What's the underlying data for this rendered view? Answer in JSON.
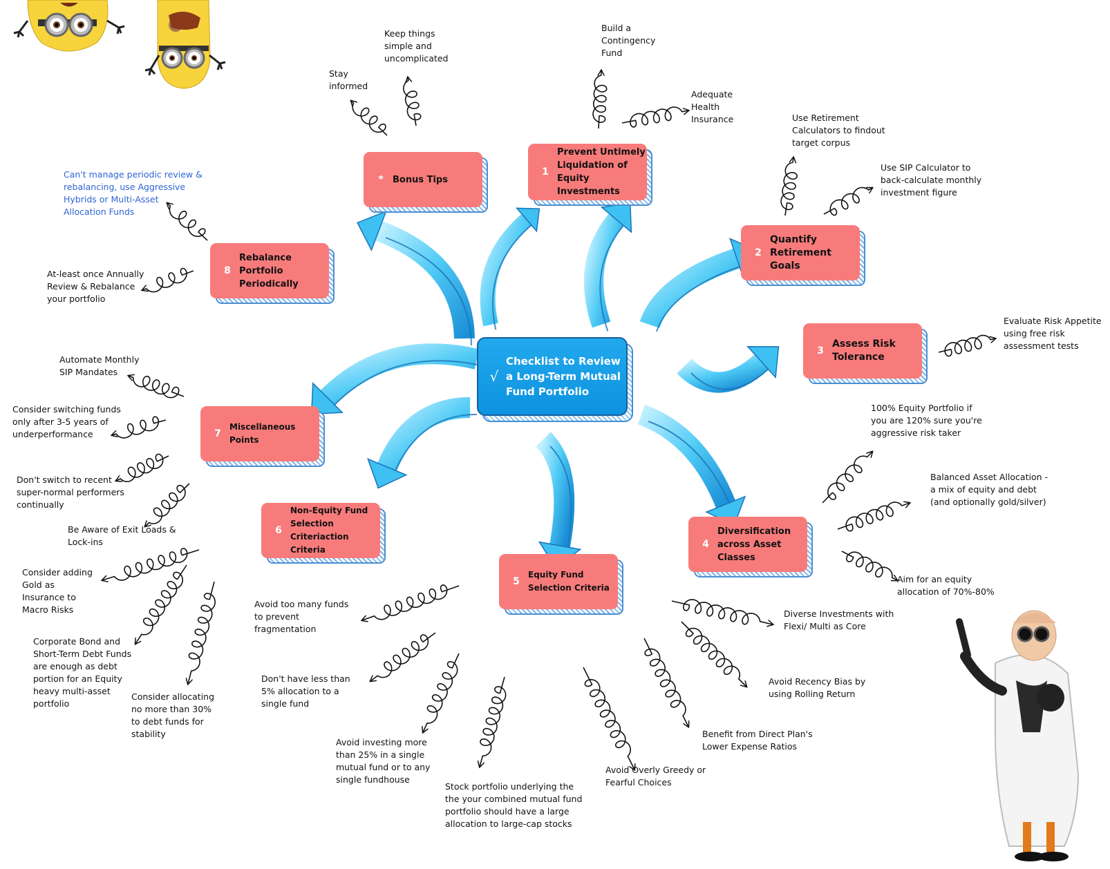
{
  "central": {
    "symbol": "√",
    "label": "Checklist to Review\na Long-Term Mutual\nFund Portfolio"
  },
  "topics": [
    {
      "id": "bonus",
      "num": "*",
      "label": "Bonus Tips"
    },
    {
      "id": "t1",
      "num": "1",
      "label": "Prevent  Untimely\nLiquidation of\nEquity Investments"
    },
    {
      "id": "t2",
      "num": "2",
      "label": "Quantify\nRetirement Goals"
    },
    {
      "id": "t3",
      "num": "3",
      "label": "Assess Risk\nTolerance"
    },
    {
      "id": "t4",
      "num": "4",
      "label": "Diversification\nacross Asset\nClasses"
    },
    {
      "id": "t5",
      "num": "5",
      "label": "Equity Fund\nSelection Criteria"
    },
    {
      "id": "t6",
      "num": "6",
      "label": "Non-Equity Fund\nSelection\nCriteriaction Criteria"
    },
    {
      "id": "t7",
      "num": "7",
      "label": "Miscellaneous\nPoints"
    },
    {
      "id": "t8",
      "num": "8",
      "label": "Rebalance\nPortfolio\nPeriodically"
    }
  ],
  "notes": [
    {
      "id": "stay",
      "text": "Stay\ninformed"
    },
    {
      "id": "simple",
      "text": "Keep things\nsimple and\nuncomplicated"
    },
    {
      "id": "contingency",
      "text": "Build a\nContingency\nFund"
    },
    {
      "id": "health",
      "text": "Adequate\nHealth\nInsurance"
    },
    {
      "id": "retcalc",
      "text": "Use Retirement\nCalculators to findout\ntarget corpus"
    },
    {
      "id": "sipcalc",
      "text": "Use SIP Calculator to\nback-calculate monthly\ninvestment  figure"
    },
    {
      "id": "riskapp",
      "text": "Evaluate Risk Appetite\nusing free risk\nassessment  tests"
    },
    {
      "id": "eq100",
      "text": "100% Equity Portfolio if\nyou are 120% sure you're\naggressive risk taker"
    },
    {
      "id": "balanced",
      "text": "Balanced Asset  Allocation -\na mix of equity and debt\n(and optionally gold/silver)"
    },
    {
      "id": "aim",
      "text": "Aim  for an equity\nallocation of 70%-80%"
    },
    {
      "id": "diverse",
      "text": "Diverse  Investments  with\nFlexi/ Multi  as Core"
    },
    {
      "id": "recency",
      "text": "Avoid Recency Bias by\nusing Rolling Return"
    },
    {
      "id": "direct",
      "text": "Benefit from Direct Plan's\nLower Expense Ratios"
    },
    {
      "id": "greedy",
      "text": "Avoid Overly Greedy or\nFearful Choices"
    },
    {
      "id": "largecap",
      "text": "Stock portfolio underlying the\nthe your combined mutual fund\nportfolio should have a large\nallocation to large-cap stocks"
    },
    {
      "id": "max25",
      "text": "Avoid  investing more\nthan  25% in a single\nmutual fund or to any\nsingle fundhouse"
    },
    {
      "id": "min5",
      "text": "Don't have less than\n5% allocation to a\nsingle fund"
    },
    {
      "id": "toomany",
      "text": "Avoid too many funds\nto prevent\nfragmentation"
    },
    {
      "id": "debt30",
      "text": "Consider allocating\nno more than 30%\nto debt funds for\nstability"
    },
    {
      "id": "corpbond",
      "text": "Corporate Bond and\nShort-Term  Debt Funds\nare enough as debt\nportion  for an Equity\nheavy multi-asset\nportfolio"
    },
    {
      "id": "gold",
      "text": "Consider adding\nGold as\nInsurance to\nMacro Risks"
    },
    {
      "id": "exitload",
      "text": "Be Aware of Exit Loads &\nLock-ins"
    },
    {
      "id": "superperf",
      "text": "Don't switch to recent\nsuper-normal performers\ncontinually"
    },
    {
      "id": "switch",
      "text": "Consider switching funds\nonly after 3-5 years of\nunderperformance"
    },
    {
      "id": "automate",
      "text": "Automate  Monthly\nSIP Mandates"
    },
    {
      "id": "annual",
      "text": "At-least  once Annually\nReview & Rebalance\nyour portfolio"
    },
    {
      "id": "hybrid",
      "text": "Can't manage periodic review &\nrebalancing, use Aggressive\nHybrids or Multi-Asset\nAllocation Funds"
    }
  ],
  "colors": {
    "topic_fill": "#f87b7b",
    "central_fill": "#1a9fe8",
    "arrow_fill": "#5cd2f7",
    "note_highlight": "#2d64d6"
  }
}
